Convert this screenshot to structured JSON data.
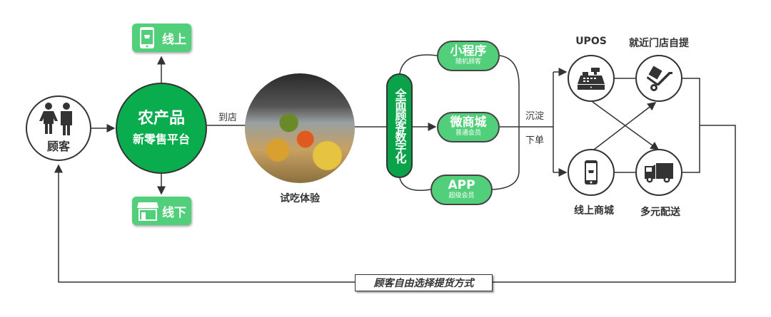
{
  "customer": {
    "label": "顾客"
  },
  "platform": {
    "line1": "农产品",
    "line2": "新零售平台"
  },
  "online": {
    "label": "线上"
  },
  "offline": {
    "label": "线下"
  },
  "to_store": "到店",
  "tasting": {
    "label": "试吃体验"
  },
  "digitization": {
    "label": "全面顾客数字化"
  },
  "channels": [
    {
      "title": "小程序",
      "sub": "随机顾客"
    },
    {
      "title": "微商城",
      "sub": "普通会员"
    },
    {
      "title": "APP",
      "sub": "超级会员"
    }
  ],
  "flow": {
    "deposit": "沉淀",
    "order": "下单"
  },
  "endpoints": {
    "upos": "UPOS",
    "pickup": "就近门店自提",
    "mall": "线上商城",
    "delivery": "多元配送"
  },
  "bottom_label": "顾客自由选择提货方式",
  "colors": {
    "platform": "#0aad4d",
    "box": "#52cf7a",
    "pill": "#0aa34a",
    "line": "#333333"
  }
}
